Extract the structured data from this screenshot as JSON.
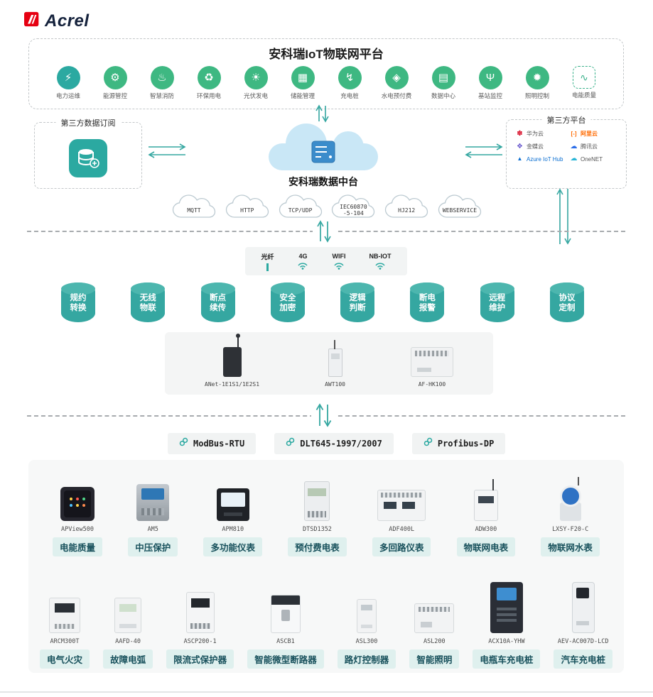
{
  "colors": {
    "accent_teal": "#35a7a1",
    "app_green": "#3eb882",
    "chip_bg": "#dff0ee",
    "chip_text": "#17505b",
    "cloud_blue": "#c9e7f6",
    "logo_red": "#e60012"
  },
  "logo": {
    "brand": "Acrel"
  },
  "platform": {
    "title": "安科瑞IoT物联网平台",
    "apps": [
      {
        "label": "电力运维",
        "glyph": "⚡",
        "variant": "teal"
      },
      {
        "label": "能源管控",
        "glyph": "⚙",
        "variant": "green"
      },
      {
        "label": "智慧消防",
        "glyph": "♨",
        "variant": "green"
      },
      {
        "label": "环保用电",
        "glyph": "♻",
        "variant": "green"
      },
      {
        "label": "光伏发电",
        "glyph": "☀",
        "variant": "green"
      },
      {
        "label": "储能管理",
        "glyph": "▦",
        "variant": "green"
      },
      {
        "label": "充电桩",
        "glyph": "↯",
        "variant": "green"
      },
      {
        "label": "水电预付费",
        "glyph": "◈",
        "variant": "green"
      },
      {
        "label": "数据中心",
        "glyph": "▤",
        "variant": "green"
      },
      {
        "label": "基站监控",
        "glyph": "Ψ",
        "variant": "green"
      },
      {
        "label": "照明控制",
        "glyph": "✹",
        "variant": "green"
      },
      {
        "label": "电能质量",
        "glyph": "∿",
        "variant": "outline"
      }
    ]
  },
  "hub": {
    "left_box": {
      "title": "第三方数据订阅"
    },
    "cloud": {
      "label": "安科瑞数据中台"
    },
    "right_box": {
      "title": "第三方平台",
      "platforms": [
        {
          "name": "华为云",
          "glyph": "✽",
          "variant": "huawei"
        },
        {
          "name": "阿里云",
          "glyph": "[-]",
          "variant": "ali"
        },
        {
          "name": "金蝶云",
          "glyph": "❖",
          "variant": "kingdee"
        },
        {
          "name": "腾讯云",
          "glyph": "☁",
          "variant": "tencent"
        },
        {
          "name": "Azure IoT Hub",
          "glyph": "▲",
          "variant": "azure"
        },
        {
          "name": "OneNET",
          "glyph": "☁",
          "variant": "onenet"
        }
      ]
    }
  },
  "protocol_clouds": [
    {
      "lines": [
        "MQTT"
      ]
    },
    {
      "lines": [
        "HTTP"
      ]
    },
    {
      "lines": [
        "TCP/UDP"
      ]
    },
    {
      "lines": [
        "IEC60870",
        "-5-104"
      ]
    },
    {
      "lines": [
        "HJ212"
      ]
    },
    {
      "lines": [
        "WEBSERVICE"
      ]
    }
  ],
  "network": {
    "items": [
      {
        "label": "光纤",
        "variant": "fiber"
      },
      {
        "label": "4G",
        "variant": "wifi"
      },
      {
        "label": "WIFI",
        "variant": "wifi"
      },
      {
        "label": "NB-IOT",
        "variant": "wifi"
      }
    ]
  },
  "capabilities": [
    {
      "line1": "规约",
      "line2": "转换"
    },
    {
      "line1": "无线",
      "line2": "物联"
    },
    {
      "line1": "断点",
      "line2": "续传"
    },
    {
      "line1": "安全",
      "line2": "加密"
    },
    {
      "line1": "逻辑",
      "line2": "判断"
    },
    {
      "line1": "断电",
      "line2": "报警"
    },
    {
      "line1": "远程",
      "line2": "维护"
    },
    {
      "line1": "协议",
      "line2": "定制"
    }
  ],
  "gateways": [
    {
      "name": "ANet-1E1S1/1E2S1",
      "device_class": "dev-anet"
    },
    {
      "name": "AWT100",
      "device_class": "dev-awt100"
    },
    {
      "name": "AF-HK100",
      "device_class": "dev-afhk100"
    }
  ],
  "field_protocols": [
    {
      "label": "ModBus-RTU"
    },
    {
      "label": "DLT645-1997/2007"
    },
    {
      "label": "Profibus-DP"
    }
  ],
  "products": {
    "row1": [
      {
        "model": "APView500",
        "label": "电能质量",
        "device_class": "dev-apview"
      },
      {
        "model": "AM5",
        "label": "中压保护",
        "device_class": "dev-am5"
      },
      {
        "model": "APM810",
        "label": "多功能仪表",
        "device_class": "dev-apm810"
      },
      {
        "model": "DTSD1352",
        "label": "预付费电表",
        "device_class": "dev-dtsd"
      },
      {
        "model": "ADF400L",
        "label": "多回路仪表",
        "device_class": "dev-adf"
      },
      {
        "model": "ADW300",
        "label": "物联网电表",
        "device_class": "dev-adw"
      },
      {
        "model": "LXSY-F20-C",
        "label": "物联网水表",
        "device_class": "dev-lxsy"
      }
    ],
    "row2": [
      {
        "model": "ARCM300T",
        "label": "电气火灾",
        "device_class": "dev-arcm"
      },
      {
        "model": "AAFD-40",
        "label": "故障电弧",
        "device_class": "dev-aafd"
      },
      {
        "model": "ASCP200-1",
        "label": "限流式保护器",
        "device_class": "dev-ascp"
      },
      {
        "model": "ASCB1",
        "label": "智能微型断路器",
        "device_class": "dev-ascb"
      },
      {
        "model": "ASL300",
        "label": "路灯控制器",
        "device_class": "dev-asl300"
      },
      {
        "model": "ASL200",
        "label": "智能照明",
        "device_class": "dev-asl200"
      },
      {
        "model": "ACX10A-YHW",
        "label": "电瓶车充电桩",
        "device_class": "dev-acx"
      },
      {
        "model": "AEV-AC007D-LCD",
        "label": "汽车充电桩",
        "device_class": "dev-aev"
      }
    ]
  }
}
